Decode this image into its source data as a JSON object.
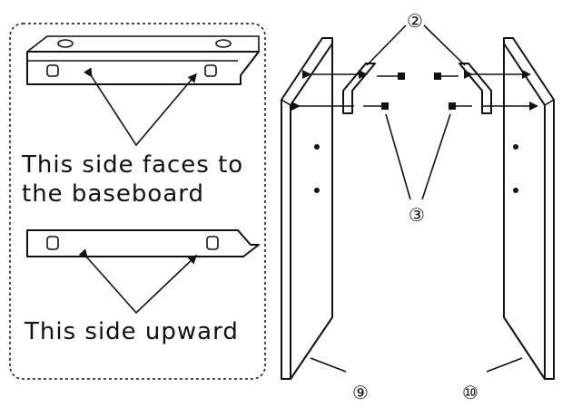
{
  "inset": {
    "caption_top_line1": "This side faces to",
    "caption_top_line2": "the baseboard",
    "caption_bottom": "This side upward"
  },
  "callouts": {
    "bracket": "②",
    "screw": "③",
    "left_panel": "⑨",
    "right_panel": "⑩"
  }
}
